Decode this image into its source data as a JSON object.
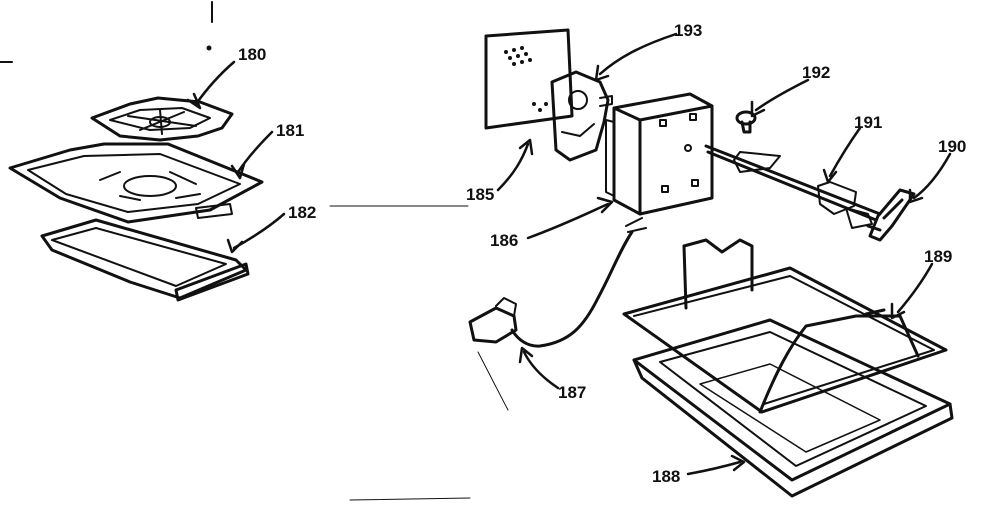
{
  "colors": {
    "ink": "#111111",
    "background": "#ffffff"
  },
  "part_labels": [
    "180",
    "181",
    "182",
    "185",
    "186",
    "187",
    "188",
    "189",
    "190",
    "191",
    "192",
    "193"
  ]
}
